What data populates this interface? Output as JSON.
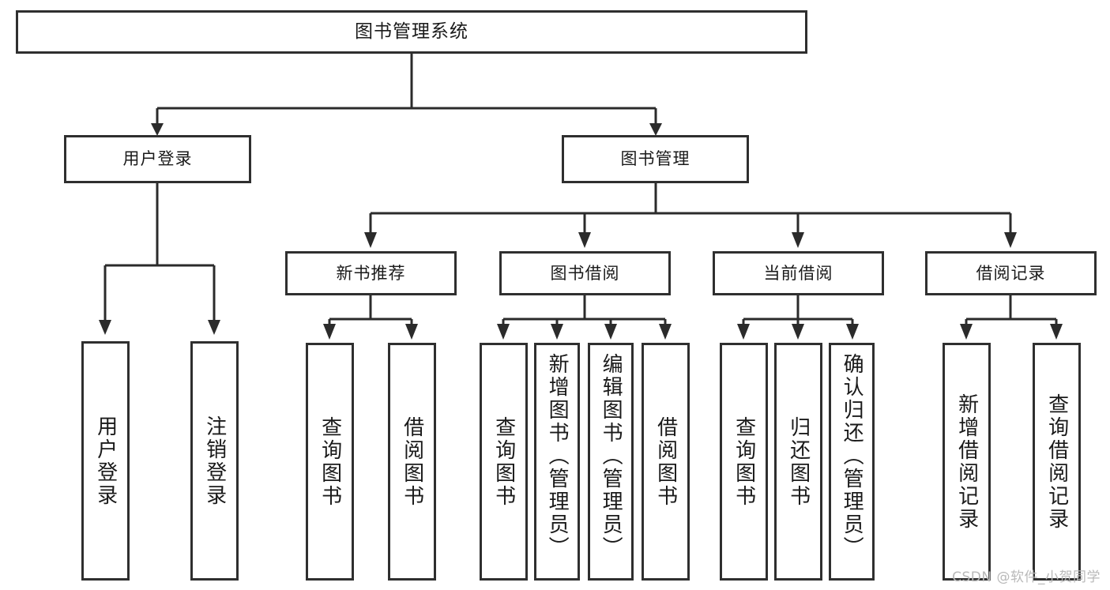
{
  "diagram": {
    "title": "图书管理系统",
    "type": "tree",
    "watermark": "CSDN @软件_小贺同学",
    "colors": {
      "box_border": "#2f2f2f",
      "connector": "#2b2b2b",
      "background": "#ffffff",
      "text": "#1a1a1a",
      "watermark": "#b9b9b9"
    },
    "levels": 4,
    "nodes": {
      "root": {
        "label": "图书管理系统"
      },
      "level2": [
        {
          "id": "user-login",
          "label": "用户登录"
        },
        {
          "id": "book-manage",
          "label": "图书管理"
        }
      ],
      "level3": [
        {
          "id": "new-book-recommend",
          "label": "新书推荐",
          "parent": "book-manage"
        },
        {
          "id": "book-borrow",
          "label": "图书借阅",
          "parent": "book-manage"
        },
        {
          "id": "current-borrow",
          "label": "当前借阅",
          "parent": "book-manage"
        },
        {
          "id": "borrow-record",
          "label": "借阅记录",
          "parent": "book-manage"
        }
      ],
      "leaves": [
        {
          "id": "leaf-user-login",
          "label": "用户登录",
          "parent": "user-login"
        },
        {
          "id": "leaf-user-logout",
          "label": "注销登录",
          "parent": "user-login"
        },
        {
          "id": "leaf-query-book-1",
          "label": "查询图书",
          "parent": "new-book-recommend"
        },
        {
          "id": "leaf-borrow-book-1",
          "label": "借阅图书",
          "parent": "new-book-recommend"
        },
        {
          "id": "leaf-query-book-2",
          "label": "查询图书",
          "parent": "book-borrow"
        },
        {
          "id": "leaf-add-book",
          "label": "新增图书（管理员）",
          "parent": "book-borrow"
        },
        {
          "id": "leaf-edit-book",
          "label": "编辑图书（管理员）",
          "parent": "book-borrow"
        },
        {
          "id": "leaf-borrow-book-2",
          "label": "借阅图书",
          "parent": "book-borrow"
        },
        {
          "id": "leaf-query-book-3",
          "label": "查询图书",
          "parent": "current-borrow"
        },
        {
          "id": "leaf-return-book",
          "label": "归还图书",
          "parent": "current-borrow"
        },
        {
          "id": "leaf-confirm-return",
          "label": "确认归还（管理员）",
          "parent": "current-borrow"
        },
        {
          "id": "leaf-add-record",
          "label": "新增借阅记录",
          "parent": "borrow-record"
        },
        {
          "id": "leaf-query-record",
          "label": "查询借阅记录",
          "parent": "borrow-record"
        }
      ]
    }
  }
}
